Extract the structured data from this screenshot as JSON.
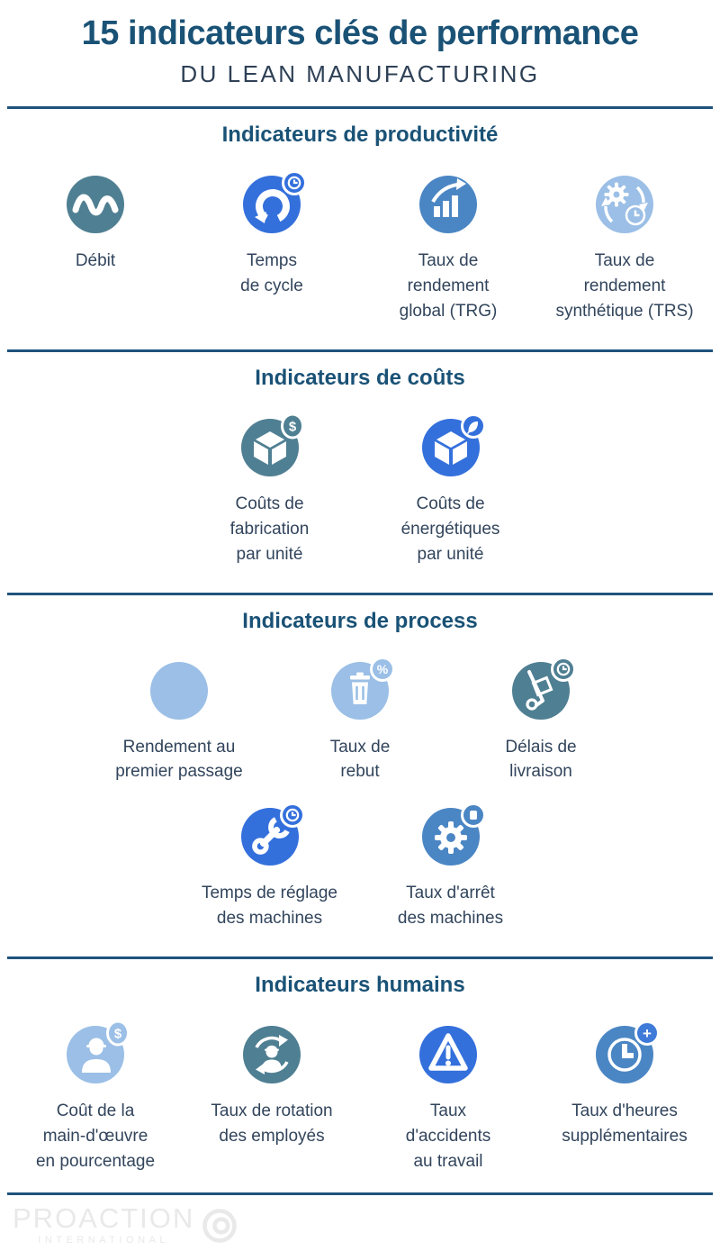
{
  "header": {
    "title": "15 indicateurs clés de performance",
    "subtitle": "DU LEAN MANUFACTURING"
  },
  "colors": {
    "navy_heading": "#1a5276",
    "slate_text": "#32455c",
    "divider": "#1e537d",
    "icon_teal": "#4f7f92",
    "icon_blue": "#3470dc",
    "icon_steel_blue": "#4b86c4",
    "icon_light_blue": "#9bbfe6",
    "watermark_gray": "#e9e9e9"
  },
  "sections": [
    {
      "title": "Indicateurs de productivité",
      "items": [
        {
          "label": [
            "Débit"
          ],
          "icon": "wave-icon",
          "color": "teal"
        },
        {
          "label": [
            "Temps",
            "de cycle"
          ],
          "icon": "cycle-arrow-clock-icon",
          "color": "blue"
        },
        {
          "label": [
            "Taux de",
            "rendement",
            "global (TRG)"
          ],
          "icon": "bar-chart-growth-icon",
          "color": "steel"
        },
        {
          "label": [
            "Taux de",
            "rendement",
            "synthétique (TRS)"
          ],
          "icon": "gear-sync-clock-icon",
          "color": "light"
        }
      ]
    },
    {
      "title": "Indicateurs de coûts",
      "items": [
        {
          "label": [
            "Coûts de",
            "fabrication",
            "par unité"
          ],
          "icon": "cube-dollar-icon",
          "color": "teal",
          "badge": "$"
        },
        {
          "label": [
            "Coûts de",
            "énergétiques",
            "par unité"
          ],
          "icon": "cube-leaf-icon",
          "color": "blue"
        }
      ]
    },
    {
      "title": "Indicateurs de process",
      "items": [
        {
          "label": [
            "Rendement au",
            "premier passage"
          ],
          "icon": "stacked-cubes-icon",
          "color": "light"
        },
        {
          "label": [
            "Taux de",
            "rebut"
          ],
          "icon": "trash-percent-icon",
          "color": "light",
          "badge": "%"
        },
        {
          "label": [
            "Délais de",
            "livraison"
          ],
          "icon": "handtruck-clock-icon",
          "color": "teal"
        },
        {
          "label": [
            "Temps de réglage",
            "des machines"
          ],
          "icon": "wrench-clock-icon",
          "color": "blue"
        },
        {
          "label": [
            "Taux d'arrêt",
            "des machines"
          ],
          "icon": "gear-stop-icon",
          "color": "steel"
        }
      ]
    },
    {
      "title": "Indicateurs humains",
      "items": [
        {
          "label": [
            "Coût de la",
            "main-d'œuvre",
            "en pourcentage"
          ],
          "icon": "worker-dollar-icon",
          "color": "light",
          "badge": "$"
        },
        {
          "label": [
            "Taux de rotation",
            "des employés"
          ],
          "icon": "worker-rotation-icon",
          "color": "teal"
        },
        {
          "label": [
            "Taux",
            "d'accidents",
            "au travail"
          ],
          "icon": "warning-triangle-icon",
          "color": "blue"
        },
        {
          "label": [
            "Taux d'heures",
            "supplémentaires"
          ],
          "icon": "clock-plus-icon",
          "color": "steel",
          "badge": "+"
        }
      ]
    }
  ],
  "footer": {
    "brand": "PROACTION",
    "brand_sub": "INTERNATIONAL"
  }
}
